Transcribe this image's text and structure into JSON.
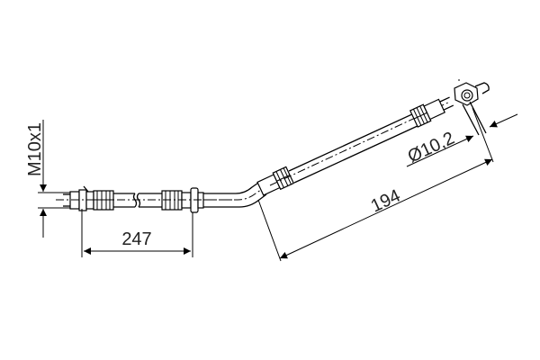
{
  "drawing": {
    "subject": "brake hose technical drawing",
    "background": "#ffffff",
    "line_color": "#000000",
    "text_color": "#222222"
  },
  "dimensions": {
    "thread": "M10x1",
    "length_straight": "247",
    "length_angled": "194",
    "diameter": "Ø10,2"
  }
}
